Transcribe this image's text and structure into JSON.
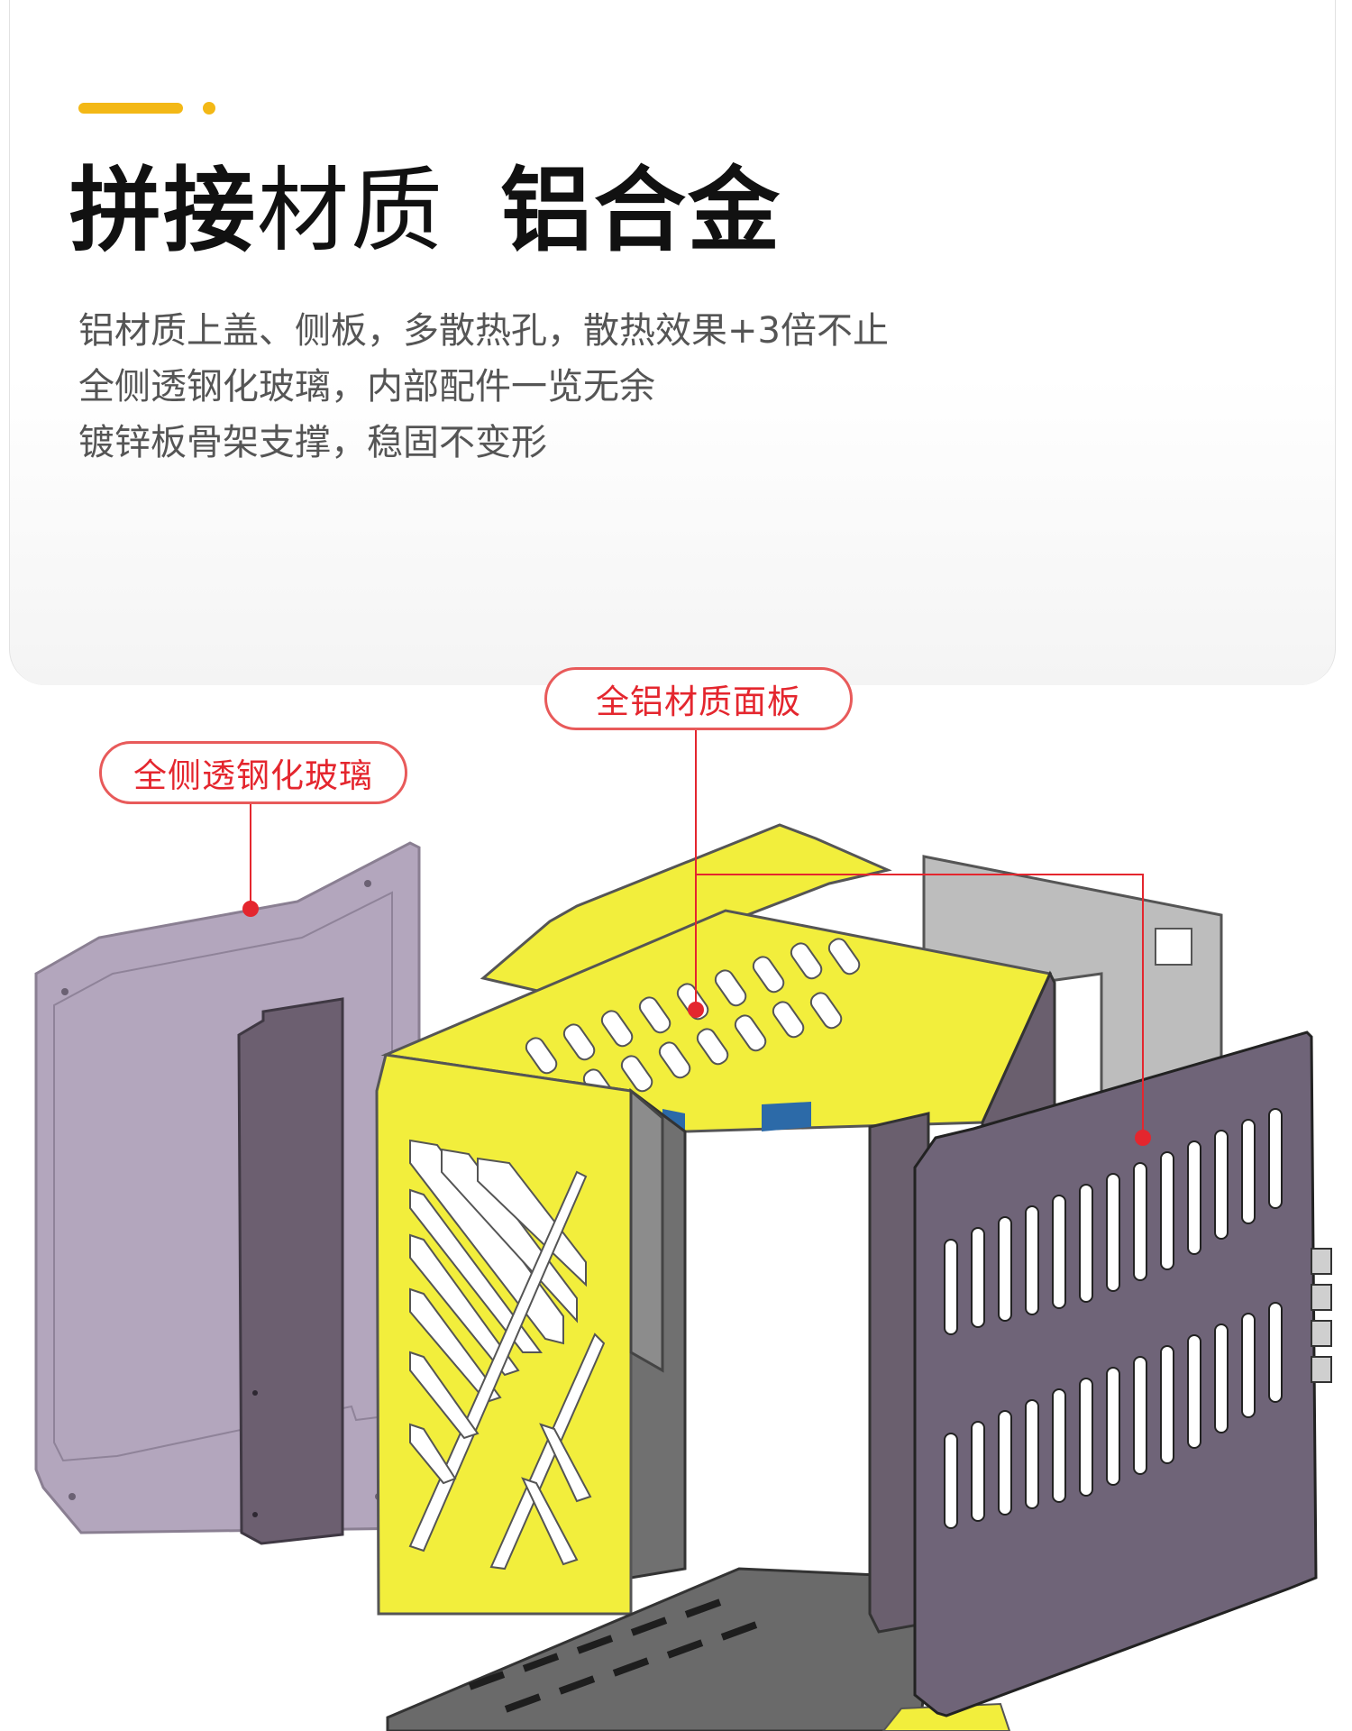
{
  "header": {
    "accent_color": "#f3b816",
    "title_part1": "拼接",
    "title_part2": "材质",
    "title_part3": "铝合金"
  },
  "features": [
    "铝材质上盖、侧板，多散热孔，散热效果+3倍不止",
    "全侧透钢化玻璃，内部配件一览无余",
    "镀锌板骨架支撑，稳固不变形"
  ],
  "callouts": {
    "top_label": "全铝材质面板",
    "left_label": "全侧透钢化玻璃",
    "color": "#e4262e"
  },
  "illustration": {
    "description_icon": "exploded-pc-case-icon",
    "colors": {
      "aluminum_yellow": "#f2ee3c",
      "panel_purple": "#6f6478",
      "glass": "#b3a6bd",
      "steel": "#a6a6a6"
    }
  }
}
